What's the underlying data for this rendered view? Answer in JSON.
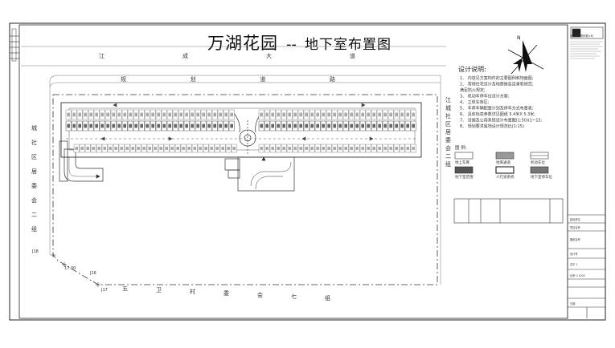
{
  "drawing": {
    "title": "万湖花园",
    "title_separator": "--",
    "subtitle": "地下室布置图",
    "north_label": "N"
  },
  "roads": {
    "top_road": [
      "江",
      "成",
      "大",
      "道"
    ],
    "inner_road": [
      "规",
      "划",
      "道",
      "路"
    ],
    "right_road": [
      "江",
      "城",
      "社",
      "区",
      "居",
      "委",
      "会",
      "二",
      "组"
    ],
    "left_road": [
      "城",
      "社",
      "区",
      "居",
      "委",
      "会",
      "二",
      "组"
    ],
    "bottom_road": [
      "五",
      "卫",
      "村",
      "委",
      "会",
      "七",
      "组"
    ]
  },
  "survey_points": {
    "p1": "J18",
    "p2": "J17",
    "p3": "J16",
    "p4": "17.00"
  },
  "notes": {
    "heading": "设计说明:",
    "items": [
      "1、 内容见方案构件的主要图例和地面图;",
      "2、 常规住宅设计及地质报告目录和规范;",
      "   满足防火规定;",
      "3、 机动车停车位设计方案;",
      "4、 立体车库区;",
      "5、 车库车辆配置计划及停车方式布置表;",
      "6、 具体标高参数详见图纸 5.4米X 5.3米;",
      "7、 设施及公用系统设计布置图(1:50)(1~15;",
      "8、 规划要求属地设计规范比(1:15)"
    ]
  },
  "legend": {
    "heading": "图 例:",
    "items": [
      "地上车库",
      "地库通道",
      "机动车位",
      "地下室范围",
      "人行道系统",
      "地下室停车位"
    ]
  },
  "title_block": {
    "company": "设计研究院有限公司",
    "rows": [
      "建设单位",
      "项目名称",
      "图纸名称",
      "设计号",
      "总平 1",
      "比例 1:1000",
      "日期"
    ]
  },
  "colors": {
    "line": "#333333",
    "parking": "#888888",
    "parking_dark": "#555555",
    "paper": "#ffffff"
  }
}
